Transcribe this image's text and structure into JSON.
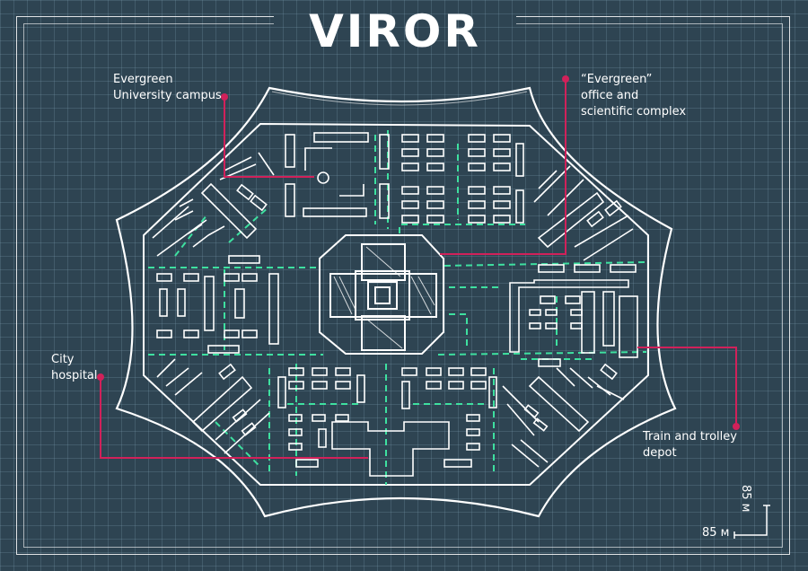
{
  "title": "VIROR",
  "annotations": {
    "university": "Evergreen\nUniversity campus",
    "office": "“Evergreen”\noffice and\nscientific complex",
    "hospital": "City\nhospital",
    "depot": "Train and trolley\ndepot"
  },
  "scale": {
    "horizontal": "85 м",
    "vertical": "85 м"
  },
  "colors": {
    "background": "#2e4452",
    "lines": "#ffffff",
    "paths": "#3ee0a0",
    "callouts": "#d1215a"
  }
}
